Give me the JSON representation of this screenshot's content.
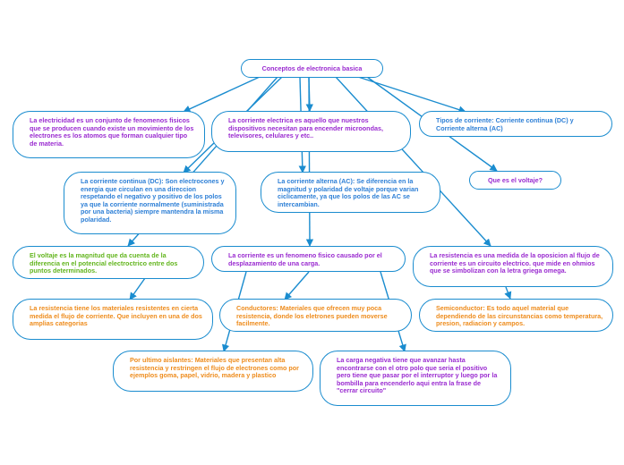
{
  "colors": {
    "line": "#1a8ccf",
    "purple": "#9a2bd0",
    "blue": "#2d7fd6",
    "green": "#63b51e",
    "orange": "#ee8c1d"
  },
  "nodes": {
    "root": "Conceptos de electronica basica",
    "electricidad": "La electricidad es un conjunto de fenomenos fisicos que se producen cuando existe un movimiento de los electrones es los atomos que forman cualquier tipo de materia.",
    "corriente_electrica": "La corriente electrica es aquello que nuestros dispositivos necesitan para encender microondas, televisores, celulares y etc..",
    "tipos_corriente": "Tipos de corriente: Corriente continua (DC) y Corriente alterna (AC)",
    "voltaje_pregunta": "Que es el voltaje?",
    "corriente_continua": "La corriente continua (DC): Son electrocones y energia que circulan en una direccion respetando el negativo y positivo de los polos ya que la corriente normalmente (suministrada por una bacteria) siempre mantendra la misma polaridad.",
    "corriente_alterna": "La corriente alterna (AC): Se diferencia en la magnitud y polaridad de voltaje porque varian ciclicamente, ya que los polos de las AC se intercambian.",
    "voltaje": "El voltaje es la magnitud que da cuenta de la diferencia en el potencial electroctrico entre dos puntos determinados.",
    "fenomeno_fisico": "La corriente es un fenomeno fisico causado por el desplazamiento de una carga.",
    "resistencia_medida": "La resistencia es una medida de la oposicion al flujo de corriente es un circuito electrico. que mide en ohmios que se simbolizan con la letra griega omega.",
    "resistencia_materiales": "La resistencia tiene los materiales resistentes en cierta medida el flujo de corriente. Que incluyen en una de dos amplias categorias",
    "conductores": "Conductores: Materiales que ofrecen muy poca resistencia, donde los eletrones pueden moverse facilmente.",
    "semiconductor": "Semiconductor: Es todo aquel material que dependiendo de las circunstancias como temperatura, presion, radiacion y campos.",
    "aislantes": "Por ultimo aislantes: Materiales que presentan alta resistencia y restringen el flujo de electrones como por ejemplos goma, papel, vidrio, madera y plastico",
    "carga_negativa": "La carga negativa tiene que avanzar hasta encontrarse con el otro polo que seria el positivo pero tiene que pasar por el interruptor y luego por la bombilla para encenderlo aqui entra la frase de \"cerrar circuito\""
  }
}
